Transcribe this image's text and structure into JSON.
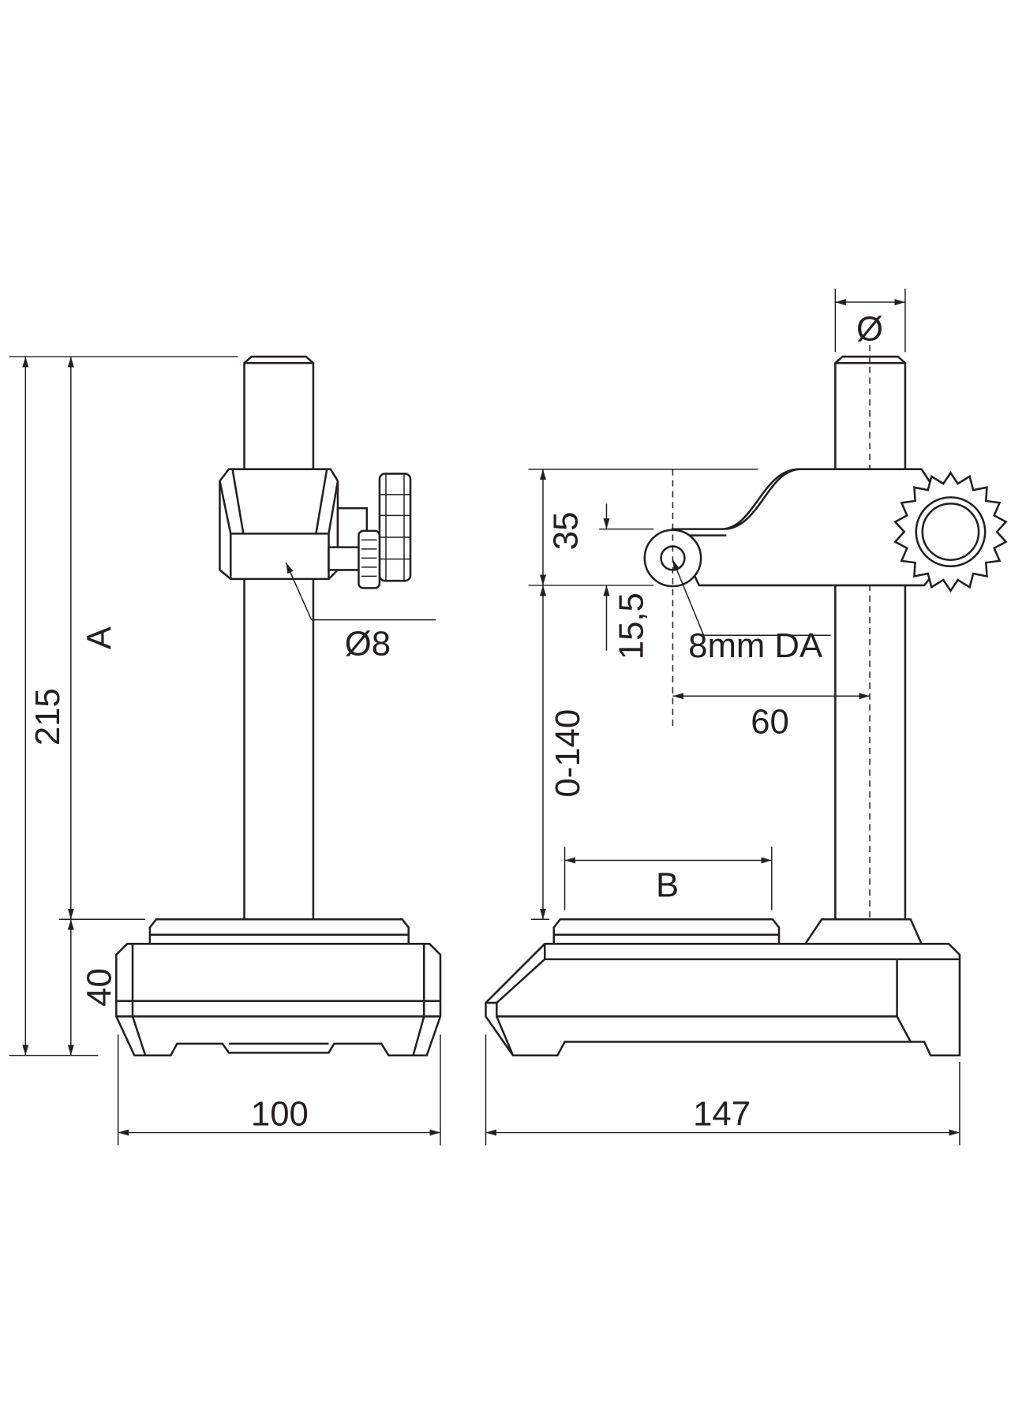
{
  "labels": {
    "height_total": "215",
    "height_a": "A",
    "base_height": "40",
    "width_front": "100",
    "clamp_bore": "Ø8",
    "column_diameter": "Ø",
    "arm_height": "35",
    "ring_offset": "15,5",
    "dial_mount": "8mm DA",
    "reach": "60",
    "travel": "0-140",
    "table_width": "B",
    "depth_side": "147"
  }
}
